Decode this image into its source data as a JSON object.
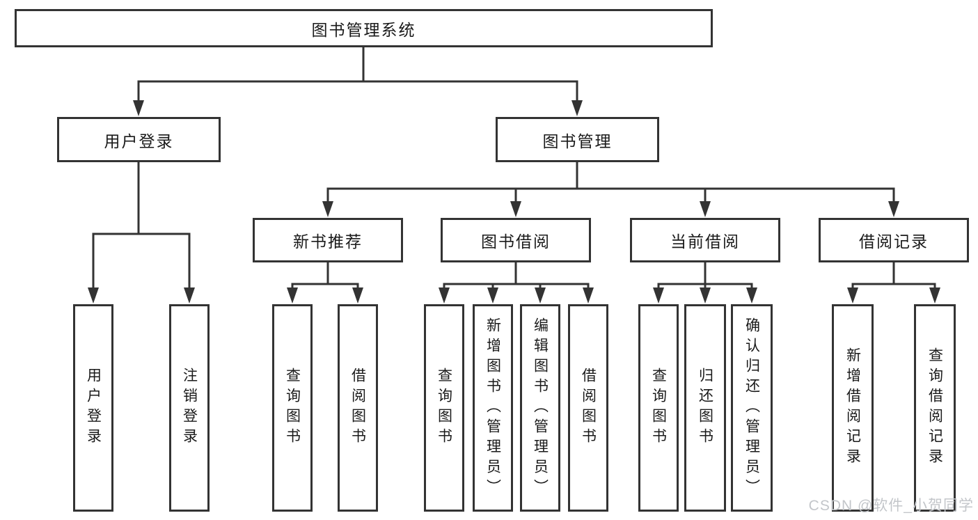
{
  "diagram": {
    "nodes": {
      "root": "图书管理系统",
      "user_login": "用户登录",
      "book_mgmt": "图书管理",
      "new_book_recommend": "新书推荐",
      "book_borrow": "图书借阅",
      "current_borrow": "当前借阅",
      "borrow_record": "借阅记录",
      "leaf_user_login": "用户登录",
      "leaf_logout": "注销登录",
      "leaf_recommend_query_books": "查询图书",
      "leaf_recommend_borrow_books": "借阅图书",
      "leaf_borrow_query_books": "查询图书",
      "leaf_borrow_add_books": "新增图书（管理员）",
      "leaf_borrow_edit_books": "编辑图书（管理员）",
      "leaf_borrow_borrow_books": "借阅图书",
      "leaf_current_query_books": "查询图书",
      "leaf_current_return_books": "归还图书",
      "leaf_current_confirm_return": "确认归还（管理员）",
      "leaf_record_add": "新增借阅记录",
      "leaf_record_query": "查询借阅记录"
    },
    "watermark": "CSDN @软件_小贺同学",
    "colors": {
      "line": "#333333",
      "box_border": "#333333",
      "box_fill": "#ffffff",
      "text": "#1a1a1a",
      "watermark": "#c3c6ca",
      "background": "#ffffff"
    }
  }
}
